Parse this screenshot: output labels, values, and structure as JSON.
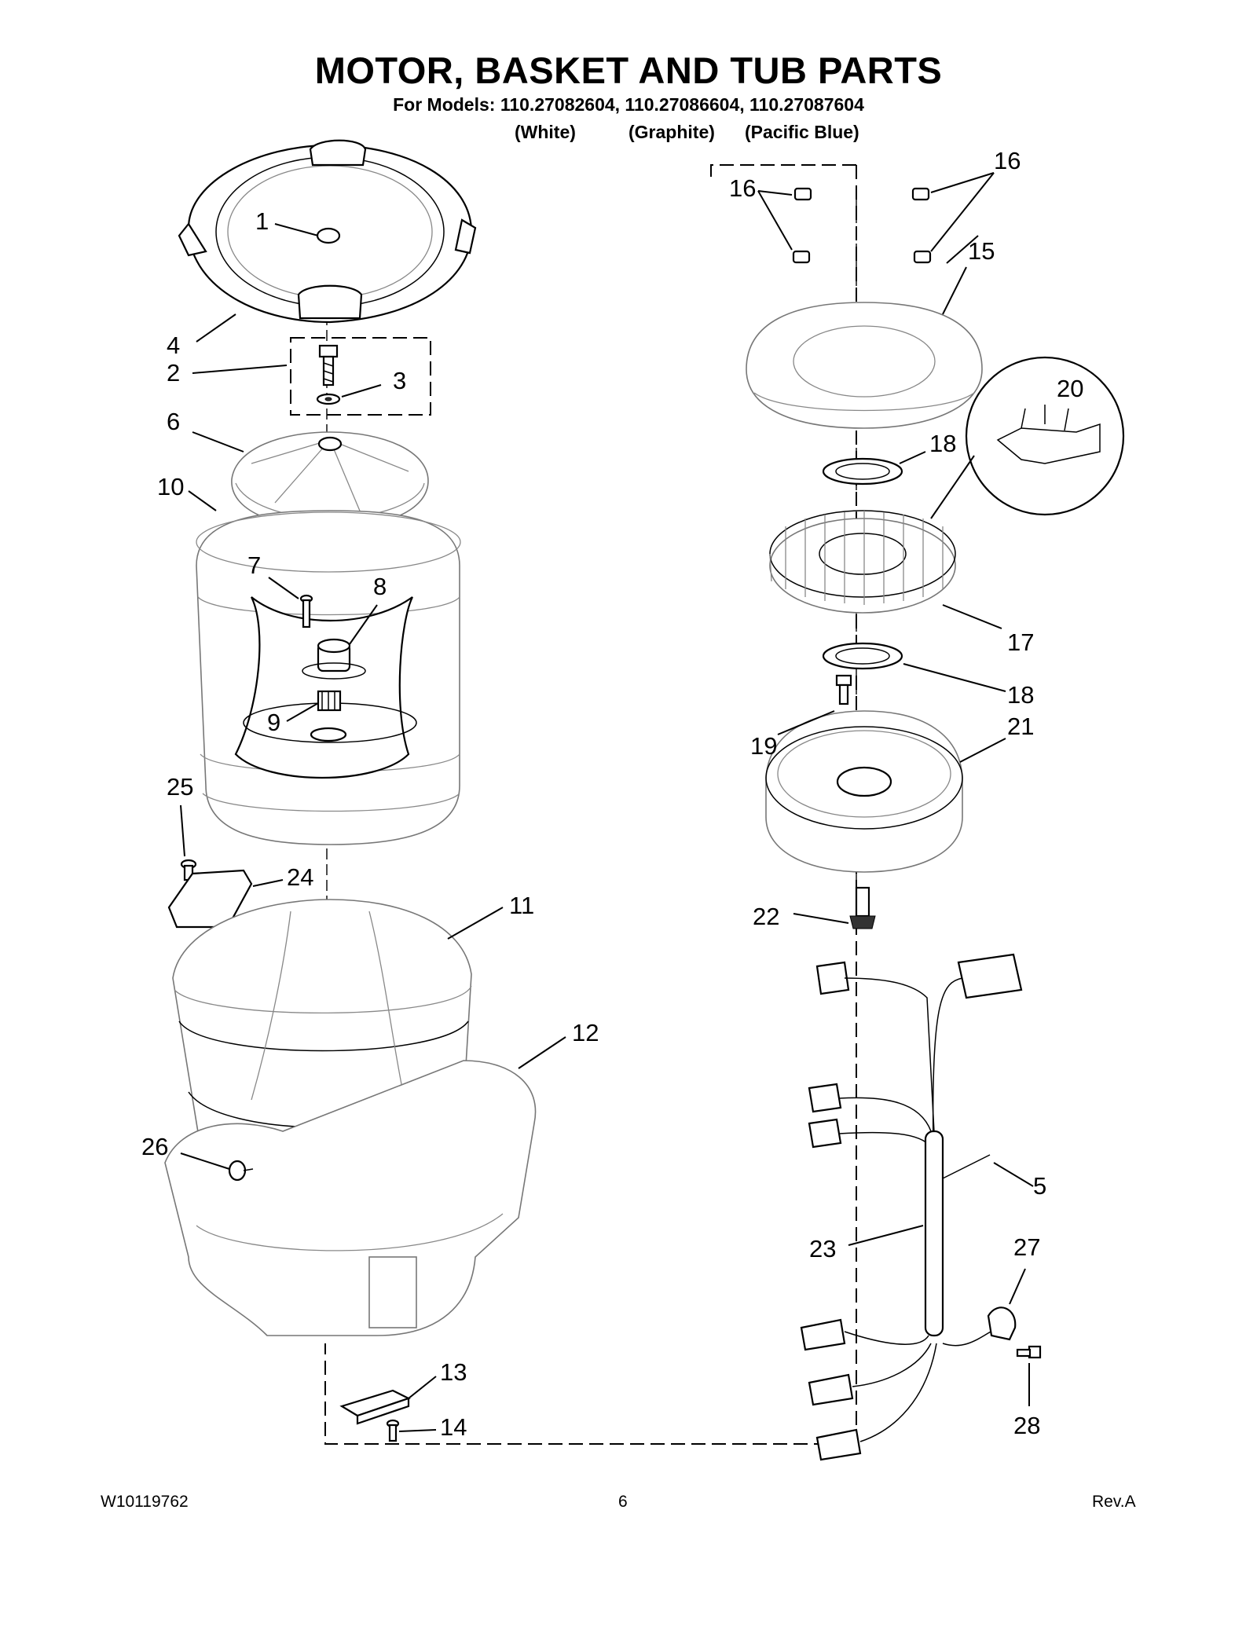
{
  "header": {
    "title": "MOTOR, BASKET AND TUB PARTS",
    "subtitle": "For Models: 110.27082604, 110.27086604, 110.27087604",
    "colors": [
      "(White)",
      "(Graphite)",
      "(Pacific Blue)"
    ]
  },
  "labels": {
    "p1": "1",
    "p2": "2",
    "p3": "3",
    "p4": "4",
    "p5": "5",
    "p6": "6",
    "p7": "7",
    "p8": "8",
    "p9": "9",
    "p10": "10",
    "p11": "11",
    "p12": "12",
    "p13": "13",
    "p14": "14",
    "p15": "15",
    "p16a": "16",
    "p16b": "16",
    "p17": "17",
    "p18a": "18",
    "p18b": "18",
    "p19": "19",
    "p20": "20",
    "p21": "21",
    "p22": "22",
    "p23": "23",
    "p24": "24",
    "p25": "25",
    "p26": "26",
    "p27": "27",
    "p28": "28"
  },
  "footer": {
    "doc_number": "W10119762",
    "page_number": "6",
    "revision": "Rev.A"
  }
}
